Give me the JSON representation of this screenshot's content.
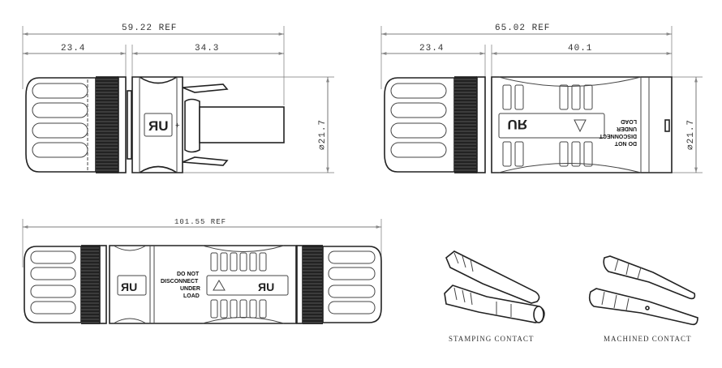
{
  "view_top_left": {
    "overall_dim": "59.22 REF",
    "left_dim": "23.4",
    "right_dim": "34.3",
    "diameter_dim": "∅21.7"
  },
  "view_top_right": {
    "overall_dim": "65.02 REF",
    "left_dim": "23.4",
    "right_dim": "40.1",
    "diameter_dim": "∅21.7",
    "warning": [
      "DO NOT",
      "DISCONNECT",
      "UNDER",
      "LOAD"
    ]
  },
  "view_bottom": {
    "overall_dim": "101.55 REF",
    "warning": [
      "DO NOT",
      "DISCONNECT",
      "UNDER",
      "LOAD"
    ]
  },
  "contacts": {
    "stamping_label": "STAMPING CONTACT",
    "machined_label": "MACHINED CONTACT"
  }
}
